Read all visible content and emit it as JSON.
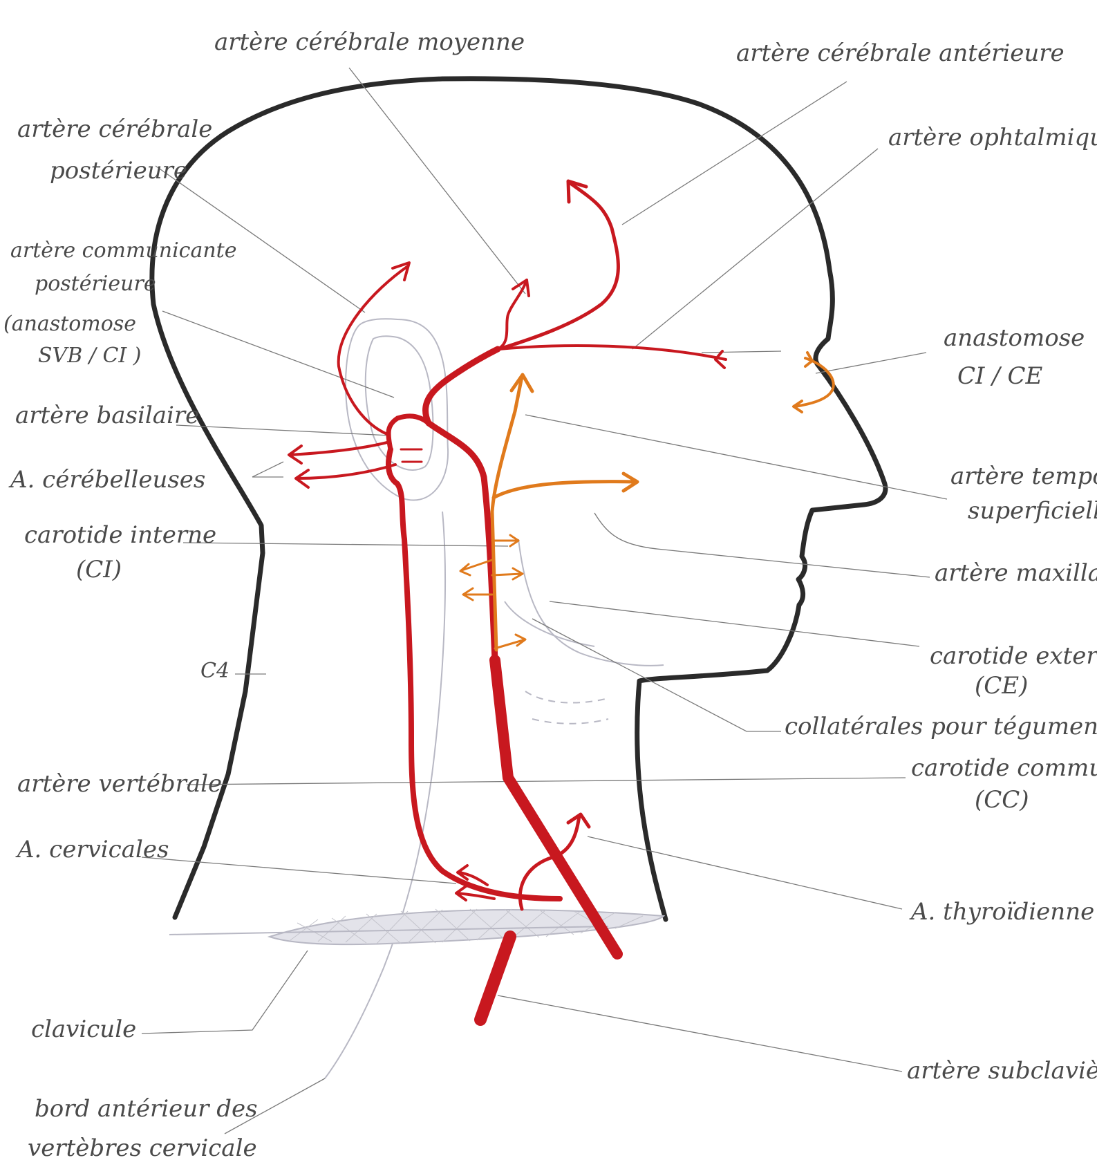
{
  "colors": {
    "artery": "#c8181f",
    "external_branches": "#e07a1c",
    "outline": "#2a2a2a",
    "pencil": "#b8b8c4",
    "label_ink": "#4a4a4a"
  },
  "labels": {
    "cerebrale_moyenne": "artère cérébrale moyenne",
    "cerebrale_anterieure": "artère cérébrale antérieure",
    "cerebrale_posterieure_1": "artère cérébrale",
    "cerebrale_posterieure_2": "postérieure",
    "ophtalmique": "artère ophtalmique",
    "communicante_1": "artère communicante",
    "communicante_2": "postérieure",
    "communicante_3": "(anastomose",
    "communicante_4": "SVB / CI )",
    "basilaire": "artère basilaire",
    "anastomose_ci_ce_1": "anastomose",
    "anastomose_ci_ce_2": "CI / CE",
    "cerebelleuses": "A. cérébelleuses",
    "carotide_interne_1": "carotide interne",
    "carotide_interne_2": "(CI)",
    "temporale_1": "artère temporale",
    "temporale_2": "superficielle",
    "maxillaire": "artère maxillaire",
    "carotide_externe_1": "carotide externe",
    "carotide_externe_2": "(CE)",
    "c4": "C4",
    "collaterales": "collatérales pour téguments/viscères de la face",
    "vertebrale": "artère vertébrale",
    "carotide_commune_1": "carotide commune",
    "carotide_commune_2": "(CC)",
    "cervicales": "A. cervicales",
    "thyroidienne": "A. thyroïdienne inf.",
    "clavicule": "clavicule",
    "subclaviere": "artère subclavière",
    "bord_1": "bord antérieur des",
    "bord_2": "vertèbres cervicale"
  }
}
